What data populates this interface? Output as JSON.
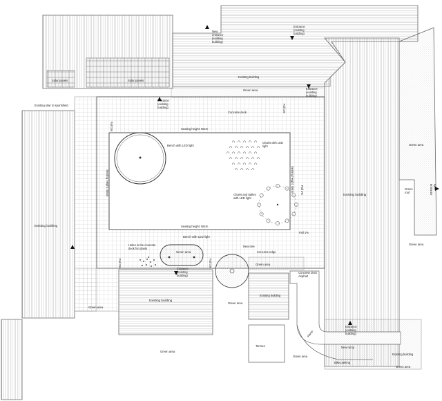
{
  "labels": {
    "solar_panels_1": "Solar panels",
    "solar_panels_2": "Solar panels",
    "existing_building_top": "Existing building",
    "green_area_top": "Green area",
    "entrance_top_left": [
      "Entrance",
      "(existing",
      "building)"
    ],
    "entrance_top_right": [
      "Entrance",
      "(existing",
      "building)"
    ],
    "new_entrance": [
      "New",
      "entrance",
      "(existing",
      "building)"
    ],
    "entrance_right_top": [
      "Entrance",
      "(existing",
      "building)"
    ],
    "existing_stair": "Existing stair to sportsfield",
    "concrete_deck": "Concrete deck",
    "seating_top": "Seating height: 58cm",
    "seating_left": "Seating height: 58cm",
    "seating_right": "Seating height: 58cm",
    "seating_bottom": "Seating height: 58cm",
    "bench_led_1": "Bench with LED light",
    "bench_led_2": "Bench with LED light",
    "chairs_led": [
      "Chairs with LED",
      "light"
    ],
    "chairs_tables_led": [
      "Chairs and tables",
      "with LED light"
    ],
    "existing_building_left": "Existing building",
    "existing_building_right": "Existing building",
    "existing_building_bottom": "Existing building",
    "existing_building_mid": "Existing building",
    "green_area_right_1": "Green area",
    "green_area_right_2": "Green area",
    "green_roof": [
      "Green",
      "roof"
    ],
    "new_entrance_right": [
      "New",
      "entrance"
    ],
    "fall_1": "Fall 1%",
    "fall_2": "Fall 1%",
    "fall_3": "Fall 1%",
    "fall_4": "Fall 1%",
    "fall_5": "Fall 1%",
    "fall_6": "Fall 1%",
    "holes_plants": [
      "Holes in the concrete",
      "deck for plants"
    ],
    "green_area_oval": "Green area",
    "entrance_mid": [
      "Entrance",
      "(existing",
      "building)"
    ],
    "new_tree": "New tree",
    "concrete_edge": "Concrete edge",
    "green_area_mid": "Green area",
    "concrete_deck_asphalt": [
      "Concrete deck",
      "Asphalt"
    ],
    "green_area_bottom_left": "Green area",
    "green_area_bottom": "Green area",
    "green_area_center": "Green area",
    "terrace": "Terrace",
    "green_area_terrace": "Green area",
    "entrance_bottom_right": [
      "Entrance",
      "(existing",
      "building)"
    ],
    "new_ramp": "New ramp",
    "ramp": "Ramp",
    "bike_parking": "Bike parking",
    "existing_building_br": "Existing building",
    "green_area_br": "Green area"
  }
}
